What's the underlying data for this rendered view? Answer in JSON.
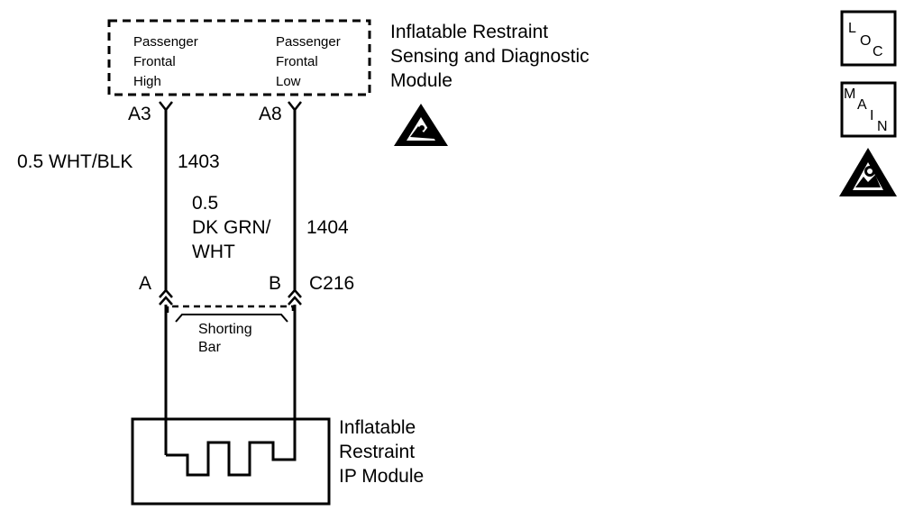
{
  "sdm_module": {
    "title_lines": [
      "Inflatable Restraint",
      "Sensing and Diagnostic",
      "Module"
    ],
    "pins": [
      {
        "name_lines": [
          "Passenger",
          "Frontal",
          "High"
        ],
        "terminal": "A3"
      },
      {
        "name_lines": [
          "Passenger",
          "Frontal",
          "Low"
        ],
        "terminal": "A8"
      }
    ]
  },
  "wires": [
    {
      "gauge_color": "0.5 WHT/BLK",
      "circuit": "1403"
    },
    {
      "gauge_color_lines": [
        "0.5",
        "DK GRN/",
        "WHT"
      ],
      "circuit": "1404"
    }
  ],
  "connector": {
    "id": "C216",
    "terminals": [
      "A",
      "B"
    ],
    "shorting_bar_lines": [
      "Shorting",
      "Bar"
    ]
  },
  "ip_module": {
    "title_lines": [
      "Inflatable",
      "Restraint",
      "IP Module"
    ]
  },
  "symbols": {
    "loc_icon": {
      "letters": [
        "L",
        "O",
        "C"
      ]
    },
    "main_icon": {
      "letters": [
        "M",
        "A",
        "I",
        "N"
      ]
    }
  }
}
